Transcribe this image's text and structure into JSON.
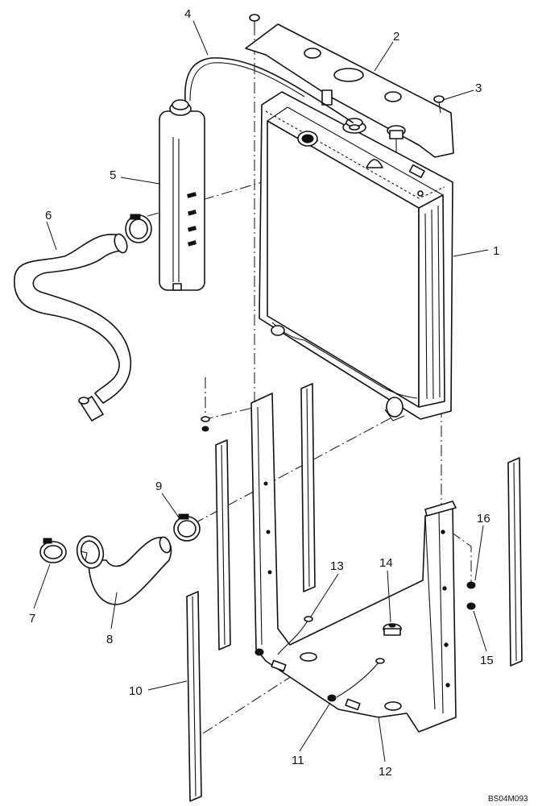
{
  "callouts": [
    {
      "id": 1,
      "label": "1"
    },
    {
      "id": 2,
      "label": "2"
    },
    {
      "id": 3,
      "label": "3"
    },
    {
      "id": 4,
      "label": "4"
    },
    {
      "id": 5,
      "label": "5"
    },
    {
      "id": 6,
      "label": "6"
    },
    {
      "id": 7,
      "label": "7"
    },
    {
      "id": 8,
      "label": "8"
    },
    {
      "id": 9,
      "label": "9"
    },
    {
      "id": 10,
      "label": "10"
    },
    {
      "id": 11,
      "label": "11"
    },
    {
      "id": 12,
      "label": "12"
    },
    {
      "id": 13,
      "label": "13"
    },
    {
      "id": 14,
      "label": "14"
    },
    {
      "id": 15,
      "label": "15"
    },
    {
      "id": 16,
      "label": "16"
    }
  ],
  "drawing_code": "BS04M093",
  "colors": {
    "ink": "#111111",
    "paper": "#ffffff"
  }
}
